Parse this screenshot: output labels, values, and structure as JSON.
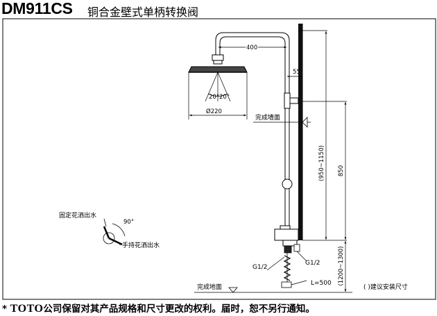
{
  "header": {
    "model": "DM911CS",
    "product_name": "铜合金壁式单柄转换阀"
  },
  "drawing": {
    "dim_arm_length": "400",
    "dim_offset": "55",
    "angle_left": "20°",
    "angle_right": "20°",
    "head_diameter": "Ø220",
    "wall_finish_label": "完成墙面",
    "dim_height_range": "(950~1150)",
    "dim_height": "850",
    "dim_inlet_range": "(1200~1300)",
    "inlet_left": "G1/2",
    "inlet_right": "G1/2",
    "hose_length": "L=500",
    "floor_finish_label": "完成地面",
    "suggested_note": "(   )建议安装尺寸",
    "detail_angle": "90°",
    "detail_fixed_outlet": "固定花洒出水",
    "detail_hand_outlet": "手持花洒出水"
  },
  "footer": {
    "star": "*",
    "brand": "TOTO",
    "notice": "公司保留对其产品规格和尺寸更改的权利。届时，恕不另行通知。"
  }
}
